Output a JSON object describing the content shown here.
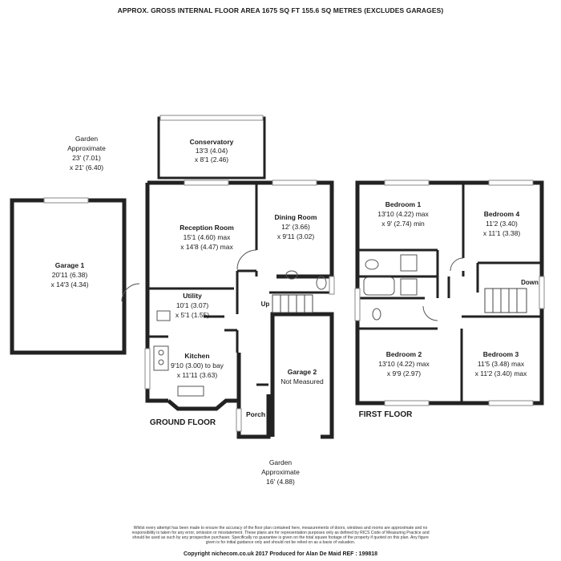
{
  "header": "APPROX. GROSS INTERNAL FLOOR AREA 1675 SQ FT 155.6 SQ METRES (EXCLUDES GARAGES)",
  "colors": {
    "wall": "#222222",
    "window": "#9a9a9a",
    "background": "#ffffff"
  },
  "garden_side": {
    "title": "Garden",
    "line1": "Approximate",
    "line2": "23' (7.01)",
    "line3": "x 21' (6.40)"
  },
  "garden_front": {
    "title": "Garden",
    "line1": "Approximate",
    "line2": "16' (4.88)"
  },
  "floors": {
    "ground": "GROUND FLOOR",
    "first": "FIRST FLOOR"
  },
  "rooms": {
    "conservatory": {
      "name": "Conservatory",
      "dim1": "13'3 (4.04)",
      "dim2": "x 8'1 (2.46)"
    },
    "garage1": {
      "name": "Garage 1",
      "dim1": "20'11 (6.38)",
      "dim2": "x 14'3 (4.34)"
    },
    "reception": {
      "name": "Reception Room",
      "dim1": "15'1 (4.60) max",
      "dim2": "x 14'8 (4.47) max"
    },
    "dining": {
      "name": "Dining Room",
      "dim1": "12' (3.66)",
      "dim2": "x 9'11 (3.02)"
    },
    "utility": {
      "name": "Utility",
      "dim1": "10'1 (3.07)",
      "dim2": "x 5'1 (1.55)"
    },
    "kitchen": {
      "name": "Kitchen",
      "dim1": "9'10 (3.00) to bay",
      "dim2": "x 11'11 (3.63)"
    },
    "garage2": {
      "name": "Garage 2",
      "dim1": "Not Measured"
    },
    "porch": {
      "name": "Porch"
    },
    "bedroom1": {
      "name": "Bedroom 1",
      "dim1": "13'10 (4.22) max",
      "dim2": "x 9' (2.74) min"
    },
    "bedroom4": {
      "name": "Bedroom 4",
      "dim1": "11'2 (3.40)",
      "dim2": "x 11'1 (3.38)"
    },
    "bedroom2": {
      "name": "Bedroom 2",
      "dim1": "13'10 (4.22) max",
      "dim2": "x 9'9 (2.97)"
    },
    "bedroom3": {
      "name": "Bedroom 3",
      "dim1": "11'5 (3.48) max",
      "dim2": "x 11'2 (3.40) max"
    }
  },
  "stairs": {
    "up": "Up",
    "down": "Down"
  },
  "disclaimer": "Whilst every attempt has been made to ensure the accuracy of the floor plan contained here, measurements of doors, windows and rooms are approximate and no responsibility is taken for any error, omission or misstatement. These plans are for representation purposes only as defined by RICS Code of Measuring Practice and should be used as such by any prospective purchaser. Specifically no guarantee is given on the total square footage of the property if quoted on this plan. Any figure given is for initial guidance only and should not be relied on as a basis of valuation.",
  "footer": "Copyright nichecom.co.uk 2017     Produced for Alan De Maid   REF :   199818"
}
